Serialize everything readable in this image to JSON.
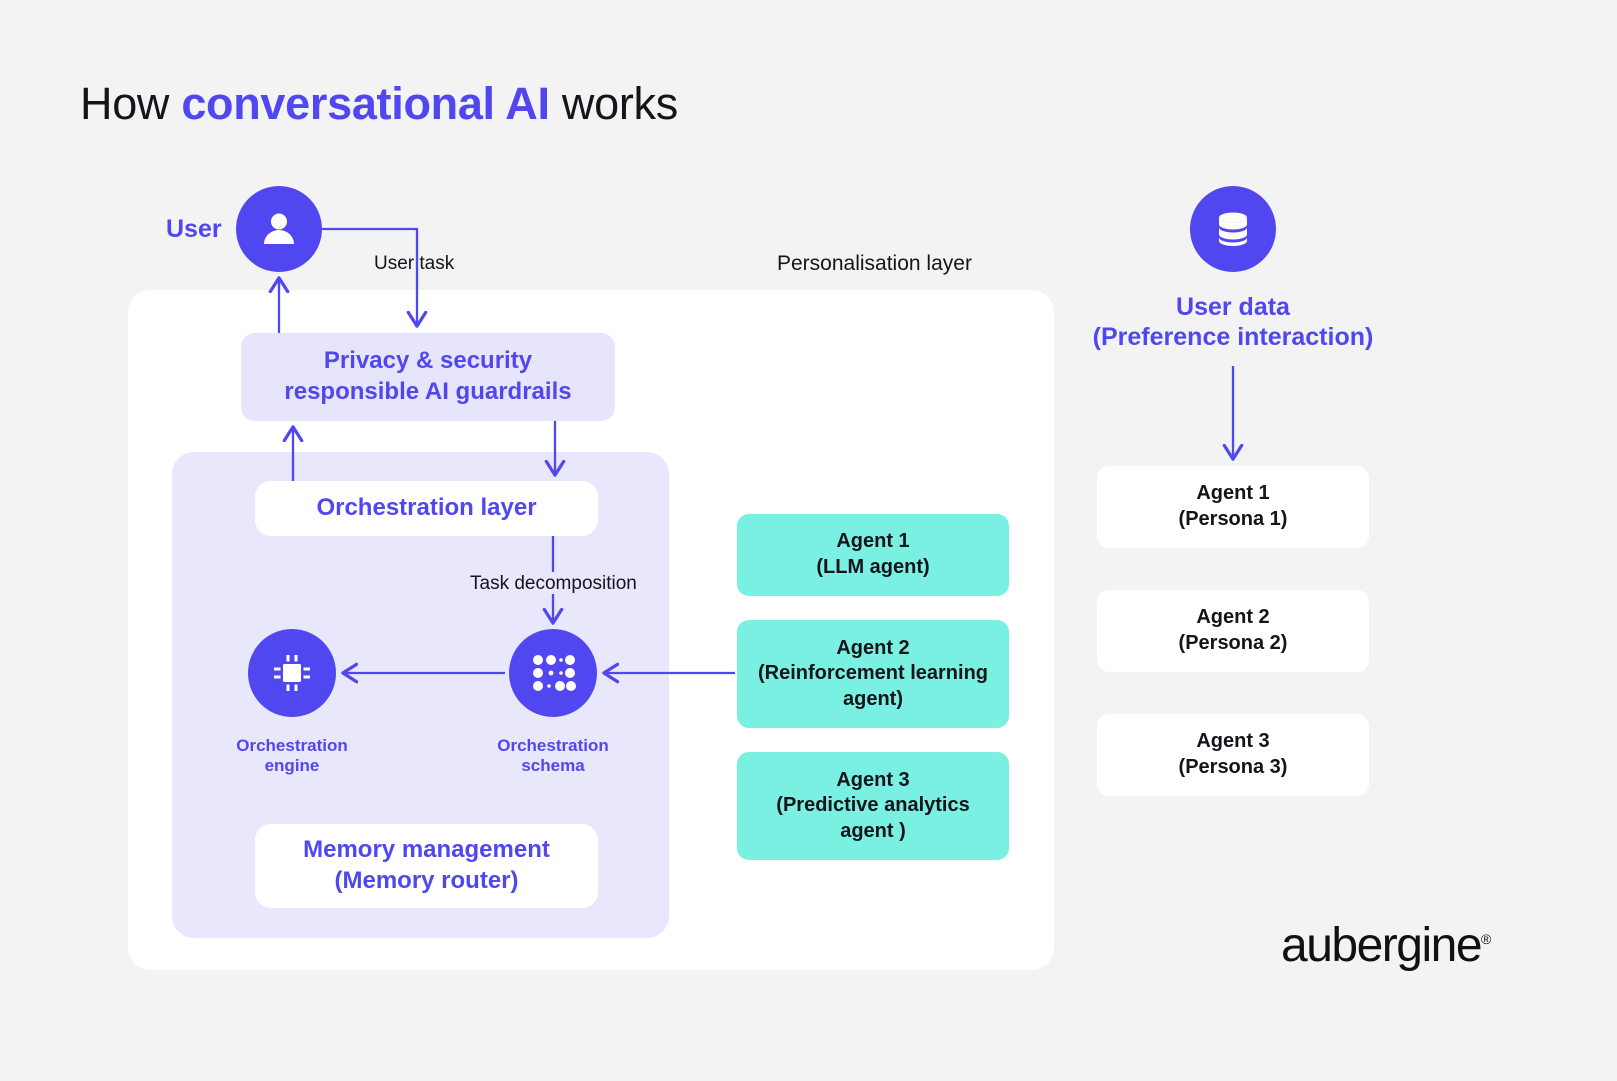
{
  "title": {
    "lead": "How ",
    "accent": "conversational AI",
    "tail": " works"
  },
  "colors": {
    "background": "#f3f3f3",
    "accent_purple": "#5147f0",
    "lavender_fill": "#e7e5fc",
    "panel_lavender": "#e9e7fc",
    "teal": "#7af0e2",
    "white": "#ffffff",
    "text_dark": "#15141a"
  },
  "user": {
    "label": "User",
    "icon": "user-avatar-icon"
  },
  "user_data": {
    "icon": "database-icon",
    "caption": "User data\n(Preference interaction)"
  },
  "connectors": {
    "user_task": "User task",
    "task_decomposition": "Task decomposition"
  },
  "personalisation": {
    "label": "Personalisation layer"
  },
  "main_panel": {
    "privacy_box": "Privacy & security\nresponsible AI guardrails",
    "orchestration_layer_box": "Orchestration layer",
    "memory_box": "Memory management\n(Memory router)",
    "engine": {
      "icon": "cpu-chip-icon",
      "caption": "Orchestration\nengine"
    },
    "schema": {
      "icon": "dot-grid-icon",
      "caption": "Orchestration\nschema"
    }
  },
  "agents": [
    {
      "name": "Agent 1",
      "detail": "(LLM agent)",
      "full": "Agent 1\n(LLM agent)"
    },
    {
      "name": "Agent 2",
      "detail": "(Reinforcement learning agent)",
      "full": "Agent 2\n(Reinforcement learning\nagent)"
    },
    {
      "name": "Agent 3",
      "detail": "(Predictive analytics agent )",
      "full": "Agent 3\n(Predictive analytics\nagent )"
    }
  ],
  "personas": [
    {
      "name": "Agent 1",
      "detail": "(Persona 1)",
      "full": "Agent 1\n(Persona 1)"
    },
    {
      "name": "Agent 2",
      "detail": "(Persona 2)",
      "full": "Agent 2\n(Persona 2)"
    },
    {
      "name": "Agent 3",
      "detail": "(Persona 3)",
      "full": "Agent 3\n(Persona 3)"
    }
  ],
  "branding": {
    "logo_text": "aubergine",
    "registered_mark": "®"
  }
}
